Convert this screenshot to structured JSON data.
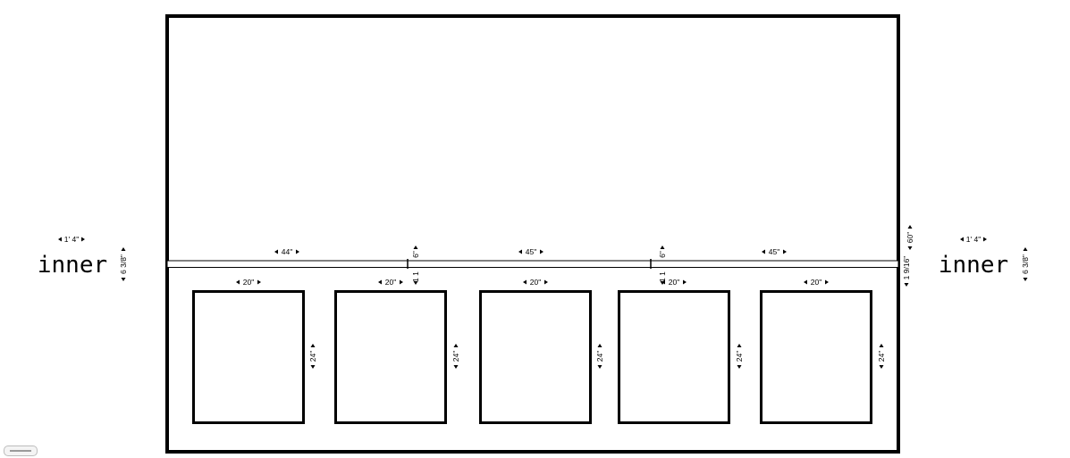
{
  "side_labels": {
    "left": {
      "text": "inner",
      "width_dim": "1' 4\"",
      "height_dim": "6 3/8\""
    },
    "right": {
      "text": "inner",
      "width_dim": "1' 4\"",
      "height_dim": "6 3/8\""
    }
  },
  "overall": {
    "height_dim": "60\"",
    "gap_dim": "1 9/16\""
  },
  "rail": {
    "segments": [
      {
        "width_dim": "44\""
      },
      {
        "width_dim": "45\""
      },
      {
        "width_dim": "45\""
      }
    ],
    "dividers": [
      {
        "height_dim": "6\"",
        "gap_dim": "1 1"
      },
      {
        "height_dim": "6\"",
        "gap_dim": "1 1"
      }
    ]
  },
  "panels": [
    {
      "width_dim": "20\"",
      "height_dim": "24\""
    },
    {
      "width_dim": "20\"",
      "height_dim": "24\""
    },
    {
      "width_dim": "20\"",
      "height_dim": "24\""
    },
    {
      "width_dim": "20\"",
      "height_dim": "24\""
    },
    {
      "width_dim": "20\"",
      "height_dim": "24\""
    }
  ],
  "icons": {
    "resize_handle": "drag-handle-icon"
  }
}
